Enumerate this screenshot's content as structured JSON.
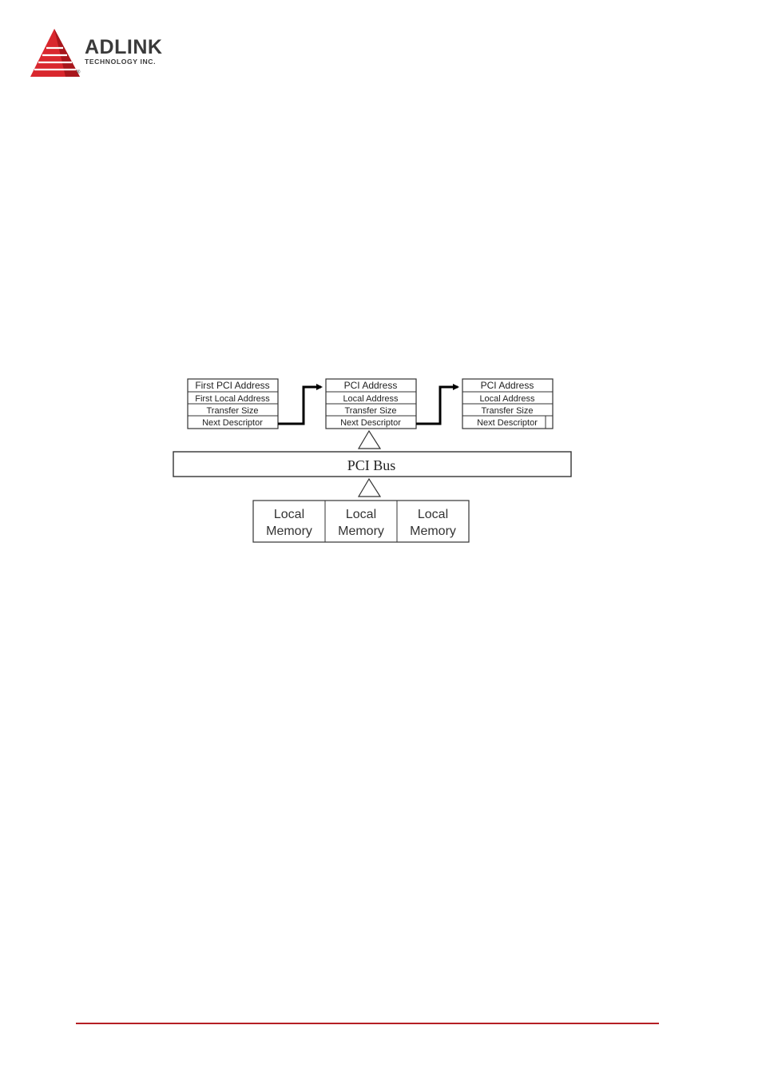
{
  "header": {
    "brand_name": "ADLINK",
    "brand_tagline": "TECHNOLOGY INC.",
    "registered_mark": "®",
    "brand_color": "#d9272e"
  },
  "figure": {
    "descriptor_chain": [
      {
        "fields": [
          "First PCI Address",
          "First Local Address",
          "Transfer Size",
          "Next Descriptor"
        ]
      },
      {
        "fields": [
          "PCI Address",
          "Local Address",
          "Transfer Size",
          "Next Descriptor"
        ]
      },
      {
        "fields": [
          "PCI Address",
          "Local Address",
          "Transfer Size",
          "Next Descriptor"
        ]
      }
    ],
    "bus_label": "PCI Bus",
    "memory_blocks": [
      {
        "line1": "Local",
        "line2": "Memory"
      },
      {
        "line1": "Local",
        "line2": "Memory"
      },
      {
        "line1": "Local",
        "line2": "Memory"
      }
    ]
  },
  "footer": {
    "rule_color": "#b51f24"
  }
}
